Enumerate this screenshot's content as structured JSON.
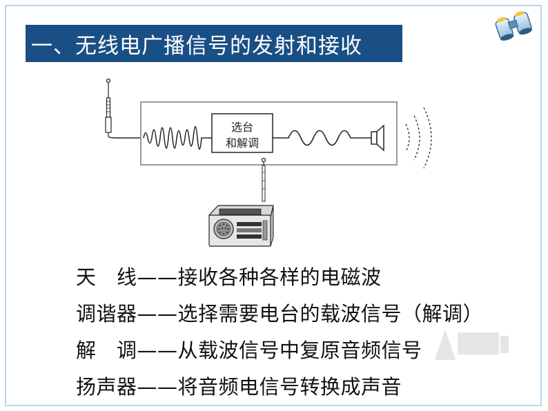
{
  "slide": {
    "title": "一、无线电广播信号的发射和接收",
    "diagram": {
      "box_label_line1": "选台",
      "box_label_line2": "和解调"
    },
    "lines": [
      {
        "term": "天　线",
        "desc": "——接收各种各样的电磁波"
      },
      {
        "term": "调谐器",
        "desc": "——选择需要电台的载波信号（解调）"
      },
      {
        "term": "解　调",
        "desc": "——从载波信号中复原音频信号"
      },
      {
        "term": "扬声器",
        "desc": "——将音频电信号转换成声音"
      }
    ]
  },
  "colors": {
    "title_bg": "#1a4f86",
    "frame_border": "#b9d7ec",
    "diagram_stroke": "#222222",
    "box_border": "#999999"
  },
  "icons": [
    "binoculars-icon",
    "antenna-icon",
    "speaker-icon",
    "radio-icon",
    "watermark-logo-icon"
  ]
}
